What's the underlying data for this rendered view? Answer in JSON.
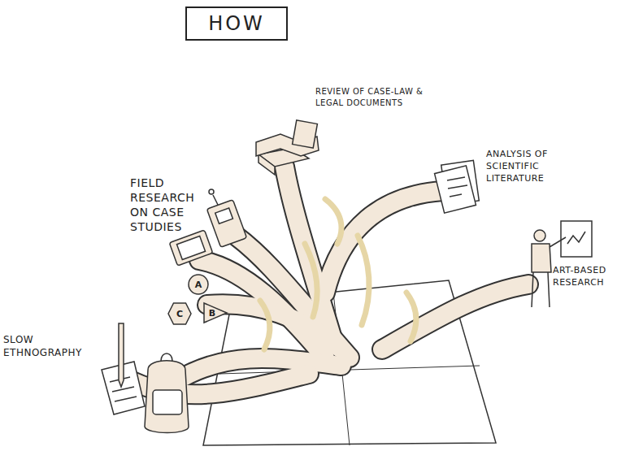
{
  "diagram": {
    "title": "HOW",
    "nodes": [
      {
        "text": [
          "A"
        ]
      },
      {
        "text": [
          "C"
        ]
      },
      {
        "text": [
          "B"
        ]
      }
    ],
    "labels": [
      "REVIEW OF CASE-LAW & LEGAL DOCUMENTS",
      "ANALYSIS OF SCIENTIFIC LITERATURE",
      "FIELD RESEARCH ON CASE STUDIES",
      "ART-BASED RESEARCH",
      "SLOW ETHNOGRAPHY"
    ]
  }
}
